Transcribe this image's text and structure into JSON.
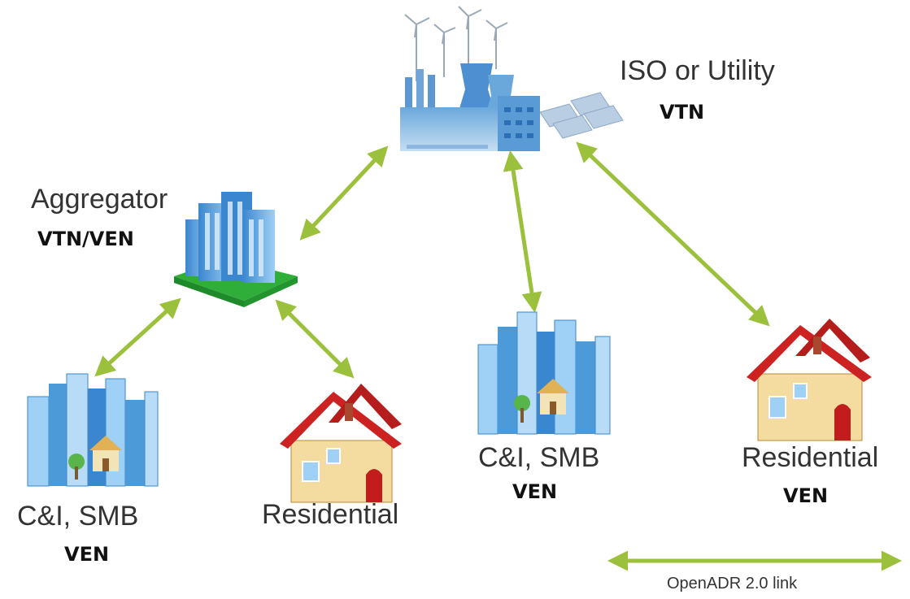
{
  "nodes": {
    "utility": {
      "label": "ISO or Utility",
      "role": "VTN"
    },
    "aggregator": {
      "label": "Aggregator",
      "role": "VTN/VEN"
    },
    "ci_left": {
      "label": "C&I, SMB",
      "role": "VEN"
    },
    "res_left": {
      "label": "Residential"
    },
    "ci_mid": {
      "label": "C&I, SMB",
      "role": "VEN"
    },
    "res_right": {
      "label": "Residential",
      "role": "VEN"
    }
  },
  "legend": {
    "label": "OpenADR 2.0 link"
  },
  "colors": {
    "link": "#9bc13c",
    "roof": "#cc2222",
    "building": "#4d9ad8",
    "ground": "#2aa83a"
  },
  "icons": [
    "power-plant-icon",
    "office-building-icon",
    "city-buildings-icon",
    "house-icon",
    "double-arrow-icon"
  ]
}
